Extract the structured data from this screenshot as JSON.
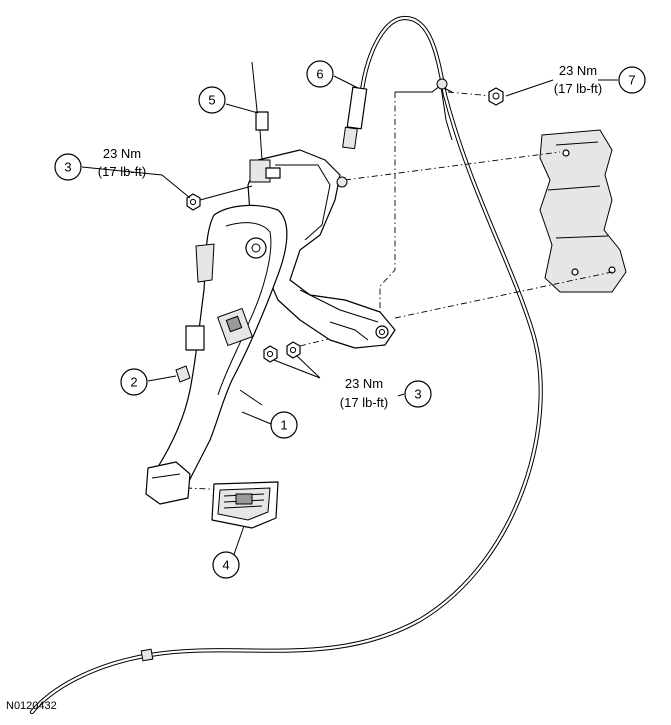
{
  "figure_id": "N0120432",
  "callouts": {
    "c1": "1",
    "c2": "2",
    "c3a": "3",
    "c3b": "3",
    "c4": "4",
    "c5": "5",
    "c6": "6",
    "c7": "7"
  },
  "torque": {
    "t3a": {
      "nm": "23 Nm",
      "lbft": "(17 lb-ft)"
    },
    "t3b": {
      "nm": "23 Nm",
      "lbft": "(17 lb-ft)"
    },
    "t7": {
      "nm": "23 Nm",
      "lbft": "(17 lb-ft)"
    }
  }
}
